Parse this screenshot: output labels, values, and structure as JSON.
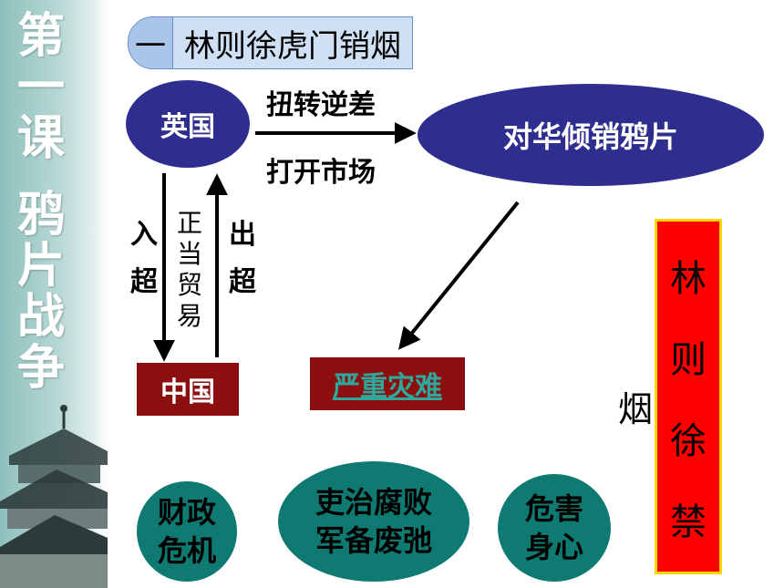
{
  "sidebar": {
    "title_lines": [
      "第",
      "一",
      "课",
      "鸦",
      "片",
      "战",
      "争"
    ]
  },
  "section": {
    "number": "一",
    "title": "林则徐虎门销烟"
  },
  "nodes": {
    "britain": "英国",
    "china": "中国",
    "opium_dumping": "对华倾销鸦片",
    "disaster": "严重灾难"
  },
  "arrow_labels": {
    "reverse_deficit": "扭转逆差",
    "open_market": "打开市场",
    "import_surplus": [
      "入",
      "超"
    ],
    "legit_trade": [
      "正",
      "当",
      "贸",
      "易"
    ],
    "export_surplus": [
      "出",
      "超"
    ]
  },
  "consequences": [
    {
      "lines": [
        "财政",
        "危机"
      ]
    },
    {
      "lines": [
        "吏治腐败",
        "军备废弛"
      ]
    },
    {
      "lines": [
        "危害",
        "身心"
      ]
    }
  ],
  "ban": {
    "chars": [
      "林",
      "则",
      "徐",
      "禁"
    ],
    "side_char": "烟"
  },
  "colors": {
    "navy": "#2e2e8e",
    "darkred": "#8b0f0f",
    "red": "#ff0000",
    "teal": "#0f7a72",
    "yellow": "#ffd700",
    "link_teal": "#2fa89c"
  }
}
